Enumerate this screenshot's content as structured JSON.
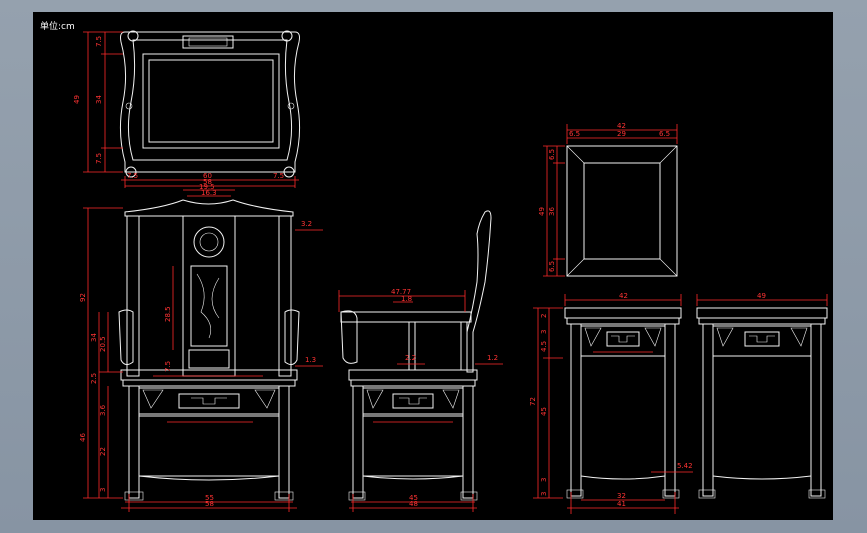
{
  "drawing": {
    "unit_label": "单位:cm",
    "colors": {
      "background": "#000000",
      "outline": "#f2f2f2",
      "dimension": "#ff2a2a",
      "frame": "#8e9aa8"
    }
  },
  "views": {
    "back_top": {
      "h_total": "49",
      "h_top": "7.5",
      "h_mid": "34",
      "h_bot": "7.5",
      "w_outer": "60",
      "w_inner": "58",
      "w_left": "7.5",
      "w_right": "7.5"
    },
    "front": {
      "h_total": "92",
      "h_seat": "46",
      "w_top": "19.5",
      "w_top2": "16.3",
      "d_r": "3.2",
      "d_rail": "1.3",
      "panel_h": "28.5",
      "h_a": "34",
      "h_b": "20.5",
      "h_c": "7.5",
      "h_d": "2.5",
      "h_e": "3.6",
      "h_f": "22",
      "h_g": "3",
      "w_bottom1": "55",
      "w_bottom2": "58"
    },
    "side": {
      "w_top": "47.77",
      "w_seat": "1.8",
      "d_rail": "1.2",
      "w_bottom1": "45",
      "w_bottom2": "48",
      "d_mid": "2.2"
    },
    "plan": {
      "w_total": "42",
      "w_mid": "29",
      "w_left": "6.5",
      "w_right": "6.5",
      "h_total": "49",
      "h_mid": "36",
      "h_top": "6.5",
      "h_bot": "6.5"
    },
    "table_front": {
      "w_top": "42",
      "h_total": "72",
      "h_legs": "45",
      "h_a": "2",
      "h_b": "3",
      "h_c": "4.5",
      "h_d": "3",
      "h_e": "3",
      "d_side": "5.42",
      "w_bottom1": "32",
      "w_bottom2": "41"
    },
    "table_side": {
      "w_top": "49"
    }
  }
}
